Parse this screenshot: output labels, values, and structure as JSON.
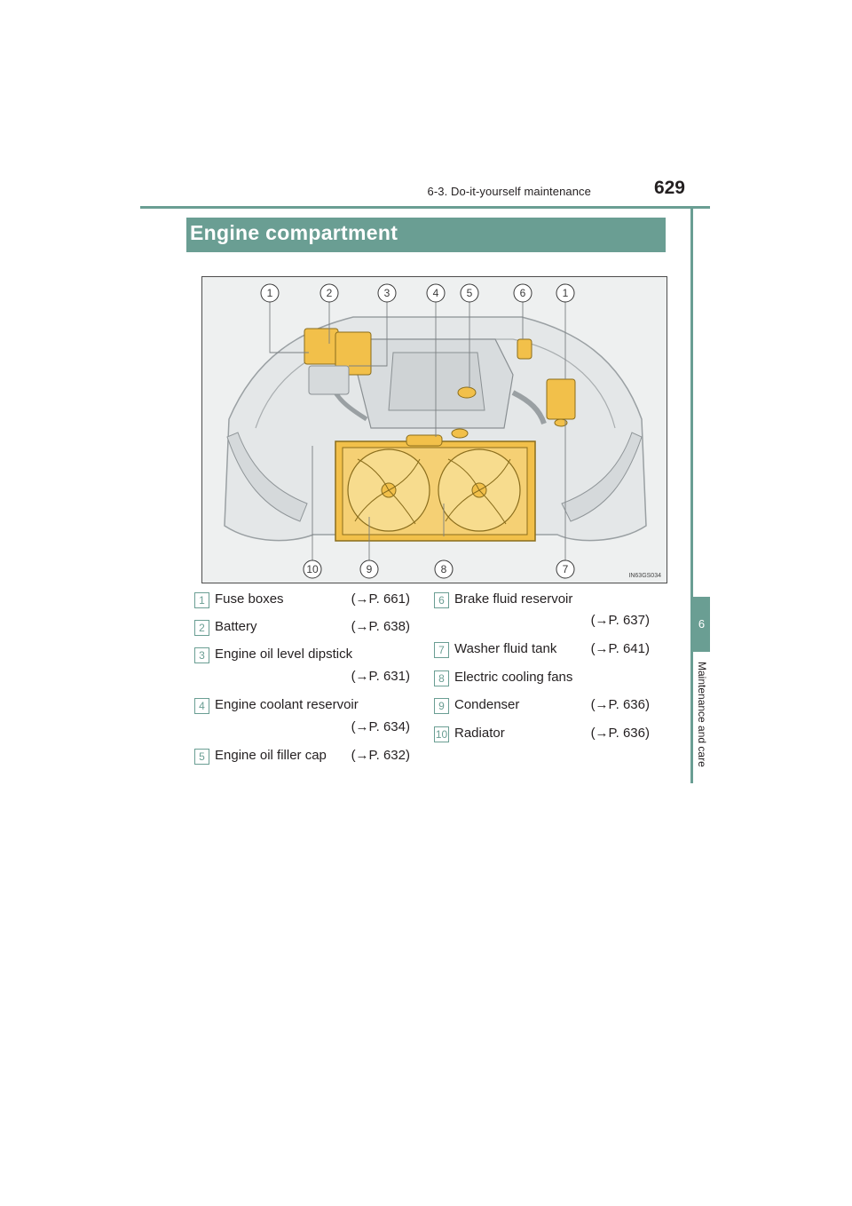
{
  "header": {
    "section": "6-3. Do-it-yourself maintenance",
    "page_number": "629"
  },
  "side_tab": {
    "chapter_number": "6",
    "chapter_title": "Maintenance and care"
  },
  "title": "Engine compartment",
  "figure": {
    "code": "IN63GS034",
    "callouts_top": [
      "1",
      "2",
      "3",
      "4",
      "5",
      "6",
      "1"
    ],
    "callouts_bottom": [
      "10",
      "9",
      "8",
      "7"
    ]
  },
  "legend": [
    {
      "num": "1",
      "label": "Fuse boxes",
      "ref": "(→P. 661)"
    },
    {
      "num": "2",
      "label": "Battery",
      "ref": "(→P. 638)"
    },
    {
      "num": "3",
      "label": "Engine oil level dipstick",
      "ref": "(→P. 631)"
    },
    {
      "num": "4",
      "label": "Engine coolant reservoir",
      "ref": "(→P. 634)"
    },
    {
      "num": "5",
      "label": "Engine oil filler cap",
      "ref": "(→P. 632)"
    },
    {
      "num": "6",
      "label": "Brake fluid reservoir",
      "ref": "(→P. 637)"
    },
    {
      "num": "7",
      "label": "Washer fluid tank",
      "ref": "(→P. 641)"
    },
    {
      "num": "8",
      "label": "Electric cooling fans",
      "ref": ""
    },
    {
      "num": "9",
      "label": "Condenser",
      "ref": "(→P. 636)"
    },
    {
      "num": "10",
      "label": "Radiator",
      "ref": "(→P. 636)"
    }
  ],
  "colors": {
    "accent": "#6a9e93",
    "highlight": "#f2c04a"
  }
}
